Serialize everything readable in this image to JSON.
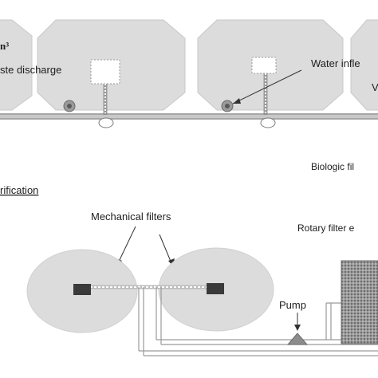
{
  "labels": {
    "volume_unit": "n³",
    "waste_discharge": "ste discharge",
    "water_inflow": "Water infle",
    "tank_letter": "V",
    "biologic_filter": "Biologic fil",
    "purification": "rification",
    "mechanical_filters": "Mechanical filters",
    "rotary_filter": "Rotary filter e",
    "pump": "Pump"
  },
  "colors": {
    "tank_fill": "#dcdcdc",
    "tank_stroke": "#c8c8c8",
    "pipe_stroke": "#8a8a8a",
    "filter_block": "#3a3a3a",
    "pump_fill": "#8c8c8c",
    "bio_filter_fill": "#8f8f8f"
  }
}
